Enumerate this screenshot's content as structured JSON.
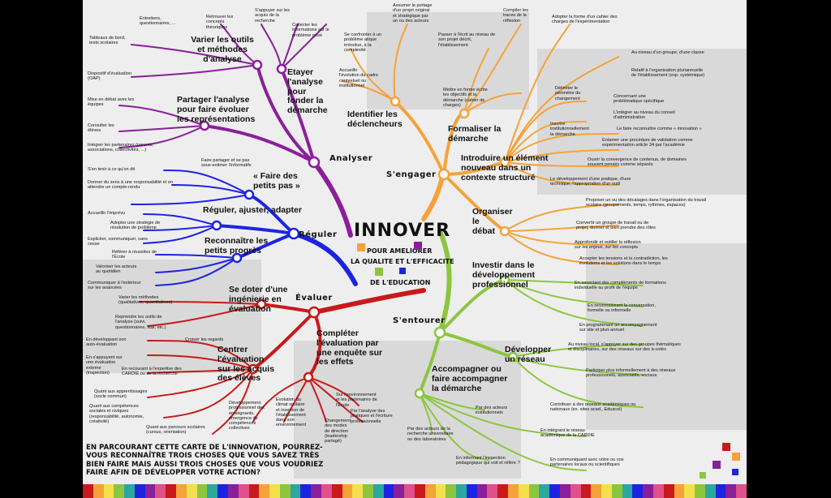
{
  "title": "INNOVER",
  "subtitle": [
    "POUR AMELIORER",
    "LA QUALITE ET L'EFFICACITE",
    "DE L'EDUCATION"
  ],
  "categories": {
    "analyser": "Analyser",
    "reguler": "Réguler",
    "evaluer": "Évaluer",
    "engager": "S'engager",
    "entourer": "S'entourer"
  },
  "colors": {
    "analyser": "#8a1f9a",
    "reguler": "#1d24e0",
    "evaluer": "#c81a1a",
    "engager": "#f5a23a",
    "entourer": "#8cc63f"
  },
  "analyser": {
    "b1": "Varier les outils\net méthodes\nd'analyse",
    "b2": "Etayer\nl'analyse\npour\nfonder la\ndémarche",
    "b3": "Partager l'analyse\npour faire évoluer\nles représentations",
    "leaves": [
      "Entretiens,\nquestionnaires, ...",
      "Retrouver les\nconcepts\nthéoriques",
      "S'appuyer sur les\nacquis de la\nrecherche",
      "Collecter les\ninformations sur le\nproblème posé",
      "Tableaux de bord,\ntests scolaires",
      "Dispositif d'évaluation\n(OAP)",
      "Mise en débat avec les\néquipes",
      "Consulter les\nélèves",
      "Intégrer les partenaires (parents,\nassociations, collectivités, ...)"
    ]
  },
  "reguler": {
    "b1": "« Faire des\npetits pas »",
    "b2": "Réguler, ajuster, adapter",
    "b3": "Reconnaître les\npetits progrès",
    "leaves": [
      "S'en tenir à ce qu'on dit",
      "Faire partager et se pas\nsous-estimer l'informatifs",
      "Donner du sens à une responsabilité et en\nattendre un compte-rendu",
      "Accueillir l'imprévu",
      "Adopter une stratégie de\nrésolution de problème",
      "Expliciter, communiquer, sans\ncesse",
      "Référer à réussites de\nl'École",
      "Valoriser les acteurs\nau quotidien",
      "Communiquer à l'extérieur\nsur les avancées"
    ]
  },
  "evaluer": {
    "b1": "Se doter d'une\ningénierie en\névaluation",
    "b2": "Centrer\nl'évaluation\nsur les acquis\ndes élèves",
    "b3": "Compléter\nl'évaluation par\nune enquête sur\nles effets",
    "leaves": [
      "Varier les méthodes\n(qualitatives, quantitatives)",
      "Reprendre les outils de\nl'analyse (suivi,\nquestionnaires, stat, etc.)",
      "Croiser les regards",
      "En développant son\nauto-évaluation",
      "En s'appuyant sur\nune évaluation\nexterne\n(inspection)",
      "En recourant à l'expertise des\nCARDIE ou de la recherche",
      "Quant aux apprentissages\n(socle commun)",
      "Quant aux compétences\nsociales et civiques\n(responsabilité, autonomie,\ncréativité)",
      "Quant aux parcours scolaires\n(cursus, orientation)",
      "Développement\nprofessionnel des\nenseignants,\némergence de\ncompétences\ncollectives",
      "Evolution du\nclimat scolaire\net insertion de\nl'établissement\ndans son\nenvironnement",
      "Sur l'environnement\net les partenaires de\nl'École",
      "Par l'analyse des\npratiques et l'écriture\nprofessionnelle",
      "Changement\ndes modes\nde direction\n(leadership\npartagé)"
    ]
  },
  "engager": {
    "b1": "Identifier les\ndéclencheurs",
    "b2": "Formaliser la\ndémarche",
    "b3": "Introduire un élément\nnouveau dans un\ncontexte structuré",
    "b4": "Organiser le\ndébat",
    "leaves": [
      "Assumer le portage\nd'un projet original\net stratégique par\nun ou des acteurs",
      "Se confronter à un\nproblème atique\nirrésolue, à la\ncomplexité",
      "Accueillir\nl'évolution du cadre\ncontextuel ou\ninstitutionnel",
      "Passer à l'écrit au niveau de\nson projet décrit,\nl'établissement",
      "Compiler les\ntraces de la\nréflexion",
      "Adopter la forme d'un cahier des\ncharges de l'expérimentation",
      "Mettre en forme écrite\nles objectifs et la\ndémarche (cahier de\ncharges)",
      "Délimiter le\npérimètre du\nchangement",
      "Inscrire\ninstitutionnellement\nla démarche",
      "Au niveau d'un groupe, d'une classe",
      "Relatif à l'organisation pluriannuelle\nde l'établissement (exp. systémique)",
      "Concernant une\nproblématique spécifique",
      "L'intégrer au niveau du conseil\nd'administration",
      "Le faire reconnaître comme « innovation »",
      "Entamer une procédure de validation comme\nexpérimentation article 34 par l'académie",
      "Ouvrir la convergence de contenus, de domaines\nsouvent pensés comme séparés",
      "Le développement d'une pratique, d'une\ntechnique, l'appropriation d'un outil",
      "Proposer un ou des décalages dans l'organisation du travail\nscolaire (groupements, temps, rythmes, espaces)",
      "Convertir un groupe de travail ou de\nprojet, donner et bien prendre des rôles",
      "Approfondir et outiller la réflexion\nsur les enjeux, sur les concepts",
      "Accepter les tensions et la contradiction, les\névolutions et les solutions dans le temps"
    ]
  },
  "entourer": {
    "b1": "Investir dans le\ndéveloppement\nprofessionnel",
    "b2": "Développer\nun réseau",
    "b3": "Accompagner ou\nfaire accompagner\nla démarche",
    "leaves": [
      "En associant des compléments de formations\nindividuelle au profit de l'équipe",
      "En reconnaissant la conversation,\nformelle ou informelle",
      "En programmant un accompagnement\nsur site et pluri-annuel",
      "Au niveau local, s'appuyer sur des groupes thématiques\net disciplinaires, sur des réseaux sur des à-cotés",
      "Participer plus informellement à des réseaux\nprofessionnels, associatifs, sociaux",
      "Contribuer à des réseaux académiques ou\nnationaux (ex. sites acad., Eduscol)",
      "Par des acteurs\ninstitutionnels",
      "Par des acteurs de la\nrecherche universitaire\nou des laboratoires",
      "En intégrant le réseau\nacadémique de la CARDIE",
      "En informant l'inspection\npédagogique qui voit et réfère ?",
      "En communiquant avec votre ou vos\npartenaires locaux ou scientifiques"
    ]
  },
  "question": "En parcourant cette carte de l'innovation, pourrez-vous reconnaître trois choses que vous savez très bien faire mais aussi trois choses que vous voudriez faire afin de développer votre action?"
}
